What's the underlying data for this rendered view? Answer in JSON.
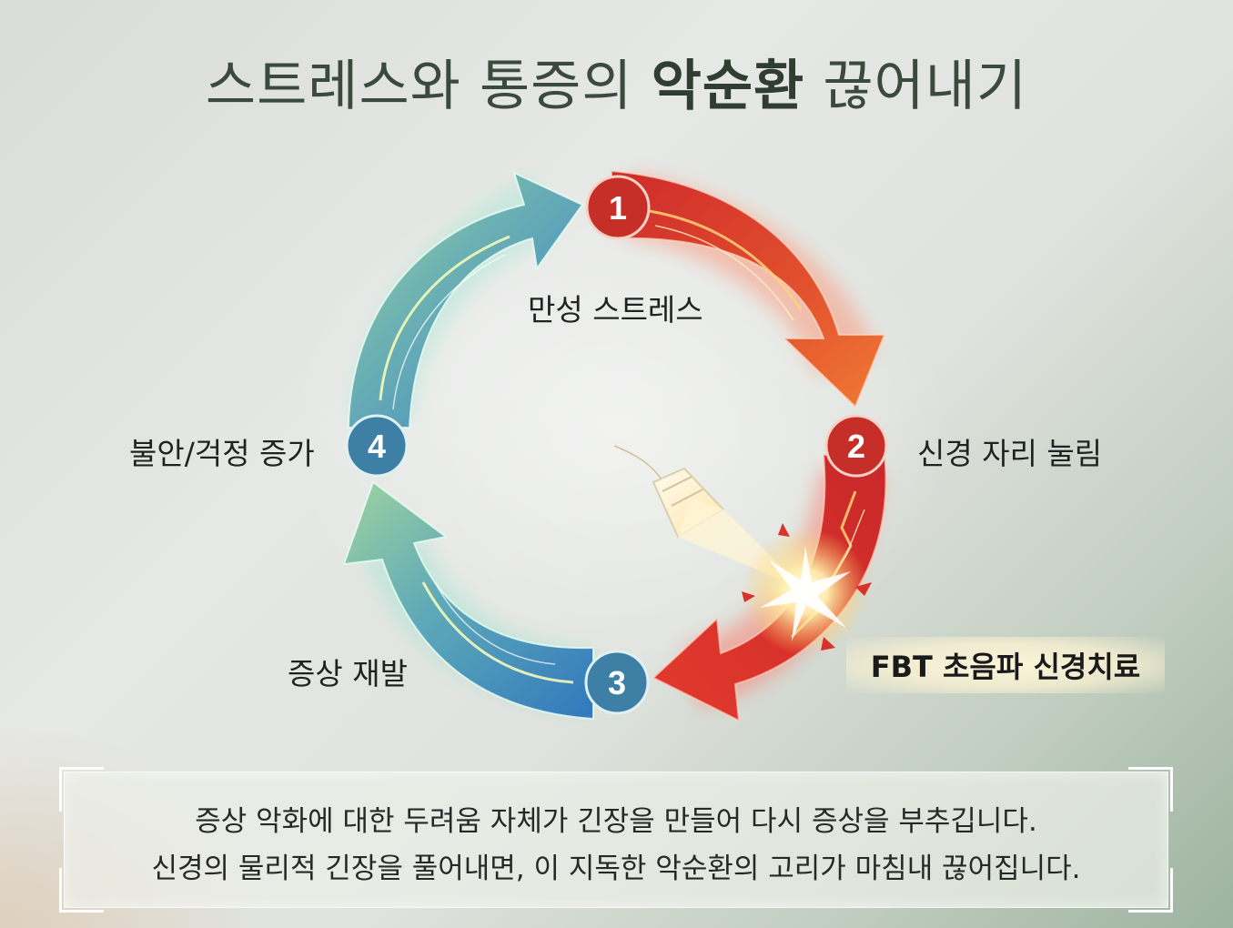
{
  "title": {
    "part1": "스트레스와 통증의",
    "part2": "악순환",
    "part3": "끊어내기"
  },
  "cycle": {
    "steps": [
      {
        "number": "1",
        "label": "만성 스트레스"
      },
      {
        "number": "2",
        "label": "신경 자리 눌림"
      },
      {
        "number": "3",
        "label": "증상 재발"
      },
      {
        "number": "4",
        "label": "불안/걱정 증가"
      }
    ],
    "treatment_label": "FBT 초음파 신경치료"
  },
  "colors": {
    "red": "#d8322b",
    "orange": "#ec6a32",
    "blue": "#3d86c2",
    "green": "#8ec7a0",
    "badge_red": "#c62f28",
    "badge_blue": "#3e7fa6"
  },
  "summary": {
    "line1": "증상 악화에 대한 두려움 자체가 긴장을 만들어 다시 증상을 부추깁니다.",
    "line2": "신경의 물리적 긴장을 풀어내면, 이 지독한 악순환의 고리가 마침내 끊어집니다."
  }
}
